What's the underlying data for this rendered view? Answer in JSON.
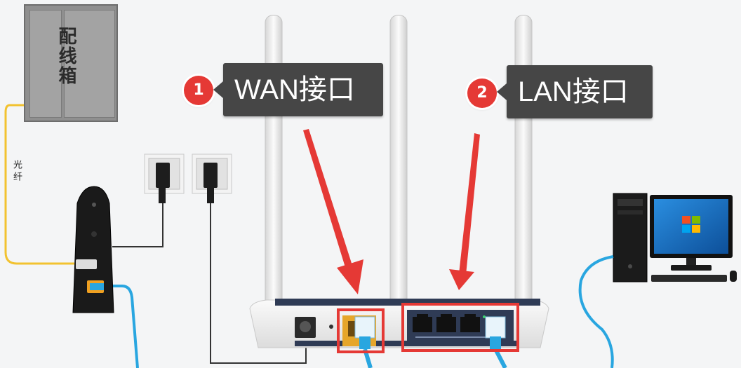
{
  "distribution_box": {
    "label": "配线箱"
  },
  "fiber": {
    "label": "光纤"
  },
  "callouts": [
    {
      "number": "1",
      "label": "WAN接口"
    },
    {
      "number": "2",
      "label": "LAN接口"
    }
  ],
  "colors": {
    "callout_bg": "#464646",
    "badge": "#e53935",
    "highlight": "#e53935",
    "fiber_cable": "#f2c230",
    "ethernet_cable": "#29a6e0",
    "power_cable": "#333333",
    "router_body": "#f0f0f0",
    "router_panel": "#2f3b55",
    "monitor_screen": "#1e78c8"
  },
  "icons": [
    "power-outlet-icon",
    "windows-logo-icon",
    "ethernet-port-icon"
  ]
}
